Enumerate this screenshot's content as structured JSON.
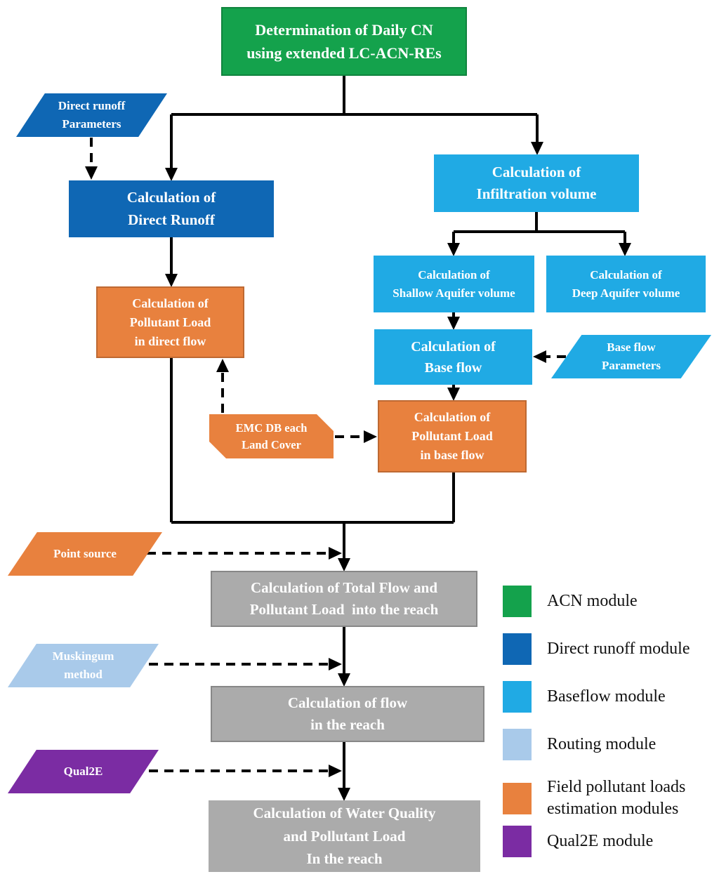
{
  "nodes": {
    "daily_cn": {
      "lines": [
        "Determination of Daily CN",
        "using extended LC-ACN-REs"
      ]
    },
    "direct_runoff_params": {
      "lines": [
        "Direct runoff",
        "Parameters"
      ]
    },
    "calc_direct_runoff": {
      "lines": [
        "Calculation of",
        "Direct Runoff"
      ]
    },
    "calc_infiltration": {
      "lines": [
        "Calculation of",
        "Infiltration volume"
      ]
    },
    "calc_shallow": {
      "lines": [
        "Calculation of",
        "Shallow Aquifer volume"
      ]
    },
    "calc_deep": {
      "lines": [
        "Calculation of",
        "Deep Aquifer volume"
      ]
    },
    "calc_baseflow": {
      "lines": [
        "Calculation of",
        "Base flow"
      ]
    },
    "baseflow_params": {
      "lines": [
        "Base flow",
        "Parameters"
      ]
    },
    "calc_pollutant_direct": {
      "lines": [
        "Calculation of",
        "Pollutant Load",
        "in direct flow"
      ]
    },
    "emc_db": {
      "lines": [
        "EMC DB each",
        "Land Cover"
      ]
    },
    "calc_pollutant_base": {
      "lines": [
        "Calculation of",
        "Pollutant Load",
        "in base flow"
      ]
    },
    "point_source": {
      "lines": [
        "Point source"
      ]
    },
    "calc_total_flow": {
      "lines": [
        "Calculation of Total Flow and",
        "Pollutant Load  into the reach"
      ]
    },
    "muskingum": {
      "lines": [
        "Muskingum",
        "method"
      ]
    },
    "calc_flow_reach": {
      "lines": [
        "Calculation of flow",
        "in the reach"
      ]
    },
    "qual2e": {
      "lines": [
        "Qual2E"
      ]
    },
    "calc_water_quality": {
      "lines": [
        "Calculation of Water Quality",
        "and Pollutant Load",
        "In the reach"
      ]
    }
  },
  "colors": {
    "acn_green": "#14A24C",
    "direct_blue": "#0F67B4",
    "baseflow_cyan": "#20AAE4",
    "routing_blue": "#A9CAEA",
    "pollutant_orange": "#E8813E",
    "qual2e_purple": "#7B2CA3",
    "reach_gray": "#ABABAB",
    "line_black": "#000000"
  },
  "legend": {
    "items": [
      {
        "label": "ACN module",
        "color": "#14A24C"
      },
      {
        "label": "Direct runoff module",
        "color": "#0F67B4"
      },
      {
        "label": "Baseflow module",
        "color": "#20AAE4"
      },
      {
        "label": "Routing module",
        "color": "#A9CAEA"
      },
      {
        "label": "Field pollutant loads estimation modules",
        "color": "#E8813E"
      },
      {
        "label": "Qual2E module",
        "color": "#7B2CA3"
      }
    ]
  }
}
